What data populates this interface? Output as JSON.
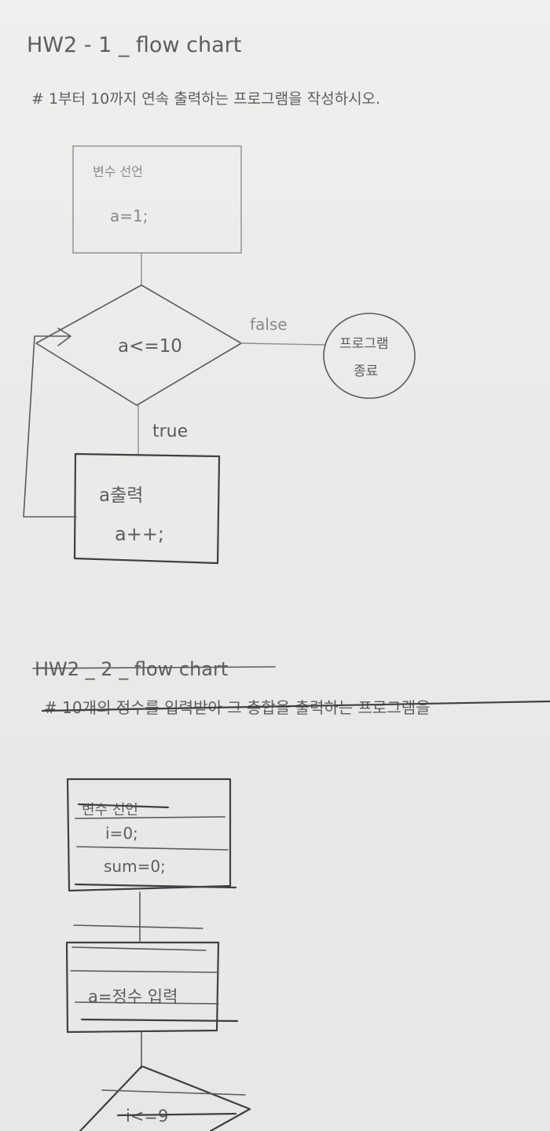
{
  "hw1": {
    "title": "HW2 - 1 _ flow chart",
    "task": "# 1부터 10까지 연속 출력하는 프로그램을 작성하시오.",
    "declare_label": "변수 선언",
    "init": "a=1;",
    "condition": "a<=10",
    "false_label": "false",
    "true_label": "true",
    "end_line1": "프로그램",
    "end_line2": "종료",
    "print_step": "a출력",
    "increment": "a++;"
  },
  "hw2": {
    "title": "HW2 _ 2 _ flow chart",
    "task": "# 10개의 정수를 입력받아 그 총합을 출력하는 프로그램을",
    "declare_label": "변수 선언",
    "init_i": "i=0;",
    "init_sum": "sum=0;",
    "input_step": "a=정수 입력",
    "condition": "i<=9"
  }
}
